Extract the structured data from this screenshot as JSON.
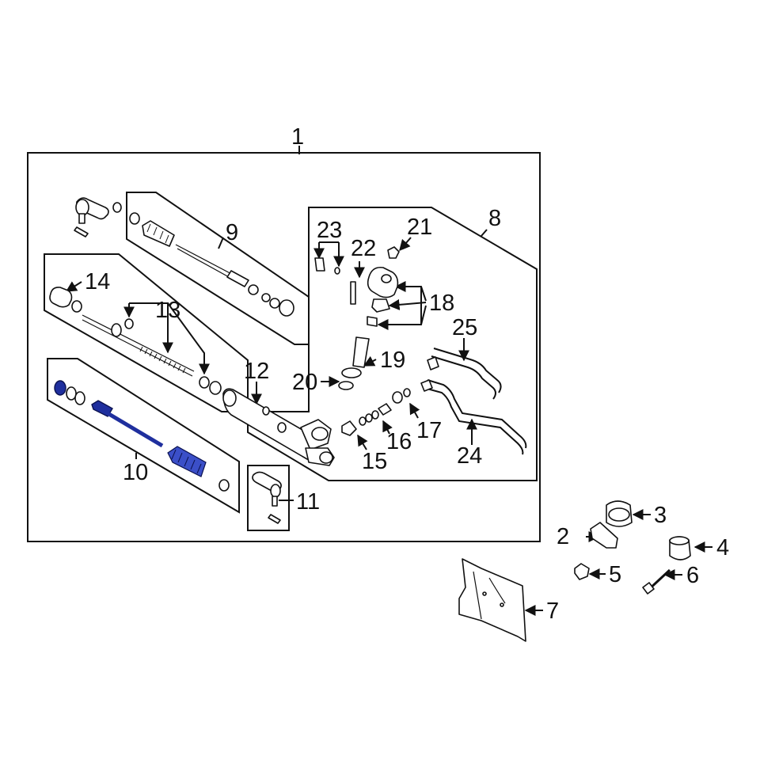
{
  "callouts": {
    "c1": "1",
    "c2": "2",
    "c3": "3",
    "c4": "4",
    "c5": "5",
    "c6": "6",
    "c7": "7",
    "c8": "8",
    "c9": "9",
    "c10": "10",
    "c11": "11",
    "c12": "12",
    "c13": "13",
    "c14": "14",
    "c15": "15",
    "c16": "16",
    "c17": "17",
    "c18": "18",
    "c19": "19",
    "c20": "20",
    "c21": "21",
    "c22": "22",
    "c23": "23",
    "c24": "24",
    "c25": "25"
  },
  "colors": {
    "line": "#111111",
    "highlight": "#1f2f9e",
    "background": "#ffffff"
  },
  "highlighted_part": "10"
}
